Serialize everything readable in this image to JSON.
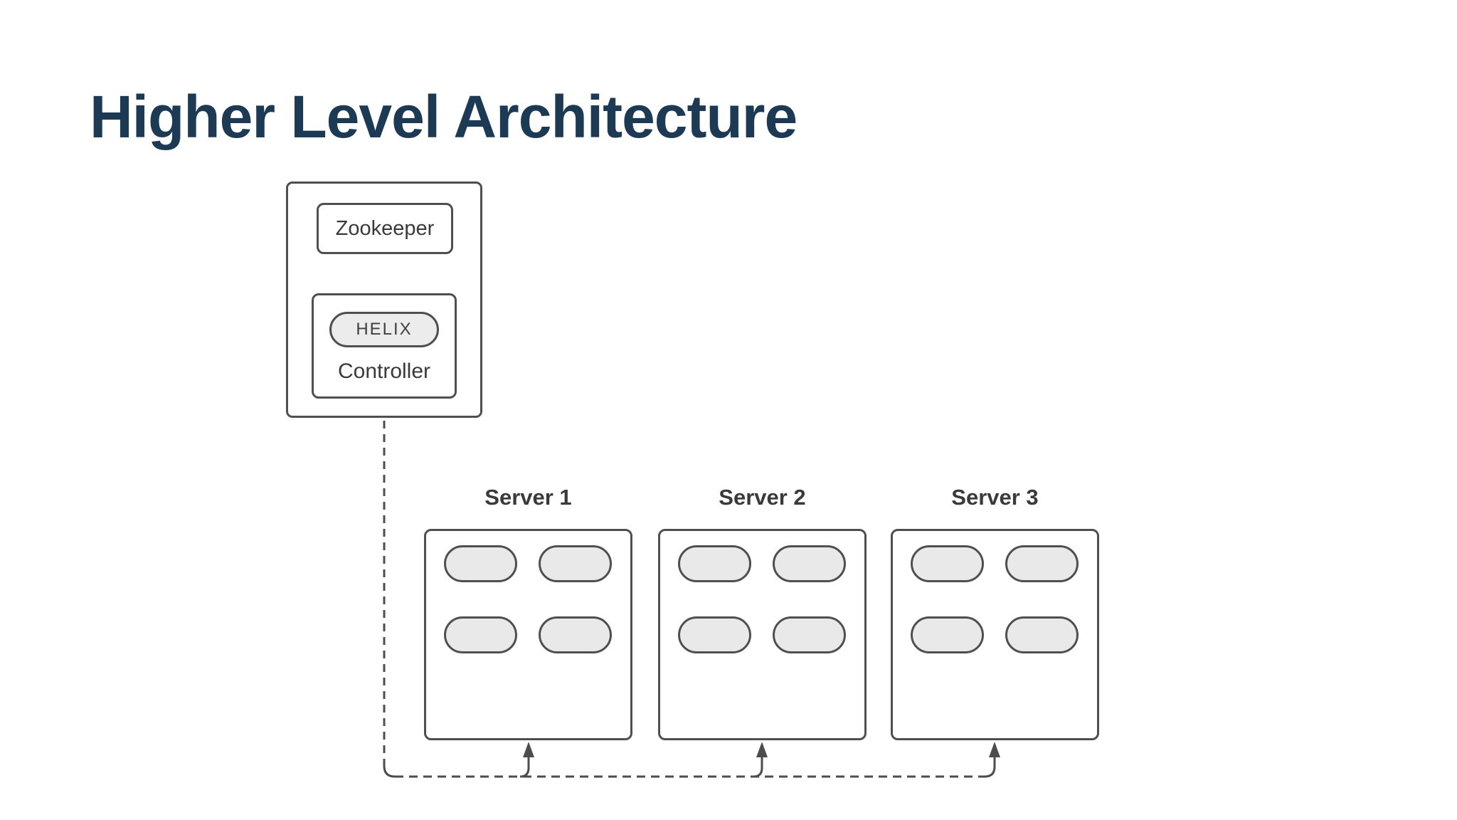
{
  "title": "Higher Level Architecture",
  "colors": {
    "title_text": "#1d3a55",
    "node_border": "#4f4f4f",
    "node_text": "#3a3a3a",
    "connector_line": "#4d4d4d",
    "slot_fill": "#e9e9e9",
    "background": "#ffffff"
  },
  "cluster": {
    "zookeeper": "Zookeeper",
    "helix": "HELIX",
    "controller": "Controller"
  },
  "servers": [
    {
      "label": "Server 1",
      "slots": 4
    },
    {
      "label": "Server 2",
      "slots": 4
    },
    {
      "label": "Server 3",
      "slots": 4
    }
  ],
  "connections": {
    "from": "Controller",
    "to": [
      "Server 1",
      "Server 2",
      "Server 3"
    ],
    "style": "dashed-with-arrows"
  }
}
